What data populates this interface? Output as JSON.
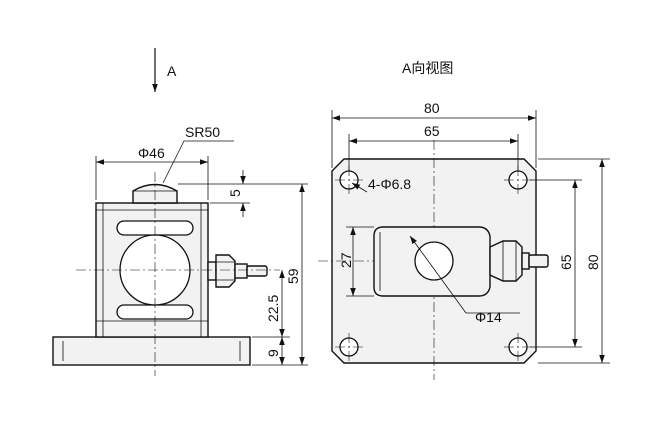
{
  "views": {
    "side": {
      "view_marker": "A"
    },
    "top": {
      "title": "A向视图"
    }
  },
  "dimensions": {
    "sr50": "SR50",
    "d46": "Φ46",
    "h5": "5",
    "h59": "59",
    "h22_5": "22.5",
    "h9": "9",
    "w80": "80",
    "w65": "65",
    "holes": "4-Φ6.8",
    "h27": "27",
    "d14": "Φ14",
    "v65": "65",
    "v80": "80"
  }
}
